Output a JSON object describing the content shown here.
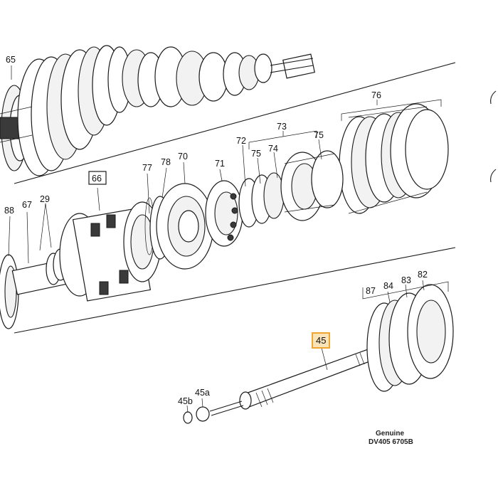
{
  "diagram": {
    "labels": {
      "l65": "65",
      "l76": "76",
      "l73": "73",
      "l72": "72",
      "l75a": "75",
      "l75b": "75",
      "l74": "74",
      "l71": "71",
      "l70": "70",
      "l78": "78",
      "l77": "77",
      "l66": "66",
      "l88": "88",
      "l67": "67",
      "l29": "29",
      "l87": "87",
      "l84": "84",
      "l83": "83",
      "l82": "82",
      "l45": "45",
      "l45a": "45a",
      "l45b": "45b"
    },
    "highlight_color": "#f0a530",
    "highlight_fill": "#fbe3b8",
    "boxed_color": "#1a1a1a",
    "stamp": {
      "line1": "Genuine",
      "line2": "DV405 6705B"
    }
  }
}
